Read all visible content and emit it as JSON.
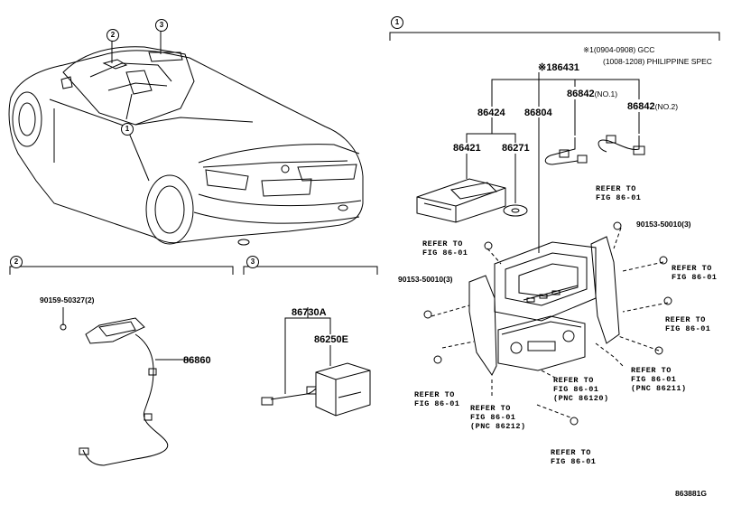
{
  "diagram_code": "863881G",
  "callouts": {
    "c1": "1",
    "c2": "2",
    "c3": "3"
  },
  "spec_note": {
    "line1": "※1(0904-0908) GCC",
    "line2": "(1008-1208) PHILIPPINE SPEC"
  },
  "parts": {
    "p86431": "※186431",
    "p86424": "86424",
    "p86804": "86804",
    "p86842a": "86842",
    "p86842a_note": "(NO.1)",
    "p86842b": "86842",
    "p86842b_note": "(NO.2)",
    "p86421": "86421",
    "p86271": "86271",
    "p90159": "90159-50327",
    "p90159_qty": "(2)",
    "p86860": "86860",
    "p86730A": "86730A",
    "p86250E": "86250E",
    "p90153a": "90153-50010",
    "p90153a_qty": "(3)",
    "p90153b": "90153-50010",
    "p90153b_qty": "(3)"
  },
  "refs": {
    "r1": {
      "l1": "REFER TO",
      "l2": "FIG 86-01"
    },
    "r2": {
      "l1": "REFER TO",
      "l2": "FIG 86-01"
    },
    "r3": {
      "l1": "REFER TO",
      "l2": "FIG 86-01"
    },
    "r4": {
      "l1": "REFER TO",
      "l2": "FIG 86-01"
    },
    "r5": {
      "l1": "REFER TO",
      "l2": "FIG 86-01"
    },
    "r6": {
      "l1": "REFER TO",
      "l2": "FIG 86-01",
      "l3": "(PNC 86120)"
    },
    "r7": {
      "l1": "REFER TO",
      "l2": "FIG 86-01",
      "l3": "(PNC 86211)"
    },
    "r8": {
      "l1": "REFER TO",
      "l2": "FIG 86-01",
      "l3": "(PNC 86212)"
    },
    "r9": {
      "l1": "REFER TO",
      "l2": "FIG 86-01"
    }
  }
}
